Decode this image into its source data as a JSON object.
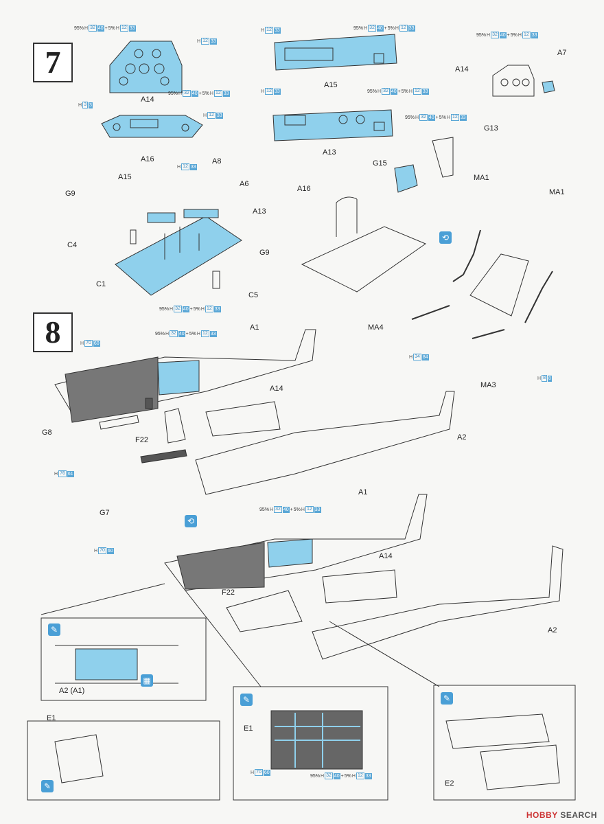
{
  "steps": [
    {
      "number": "7"
    },
    {
      "number": "8"
    }
  ],
  "labels": {
    "s7": {
      "a14": "A14",
      "a16": "A16",
      "a15": "A15",
      "a13": "A13",
      "a7": "A7",
      "a14b": "A14",
      "g13": "G13",
      "g15": "G15",
      "a16b": "A16",
      "a15b": "A15",
      "a8": "A8",
      "a6": "A6",
      "a13b": "A13",
      "g9": "G9",
      "c4": "C4",
      "c1": "C1",
      "g9b": "G9",
      "c5": "C5",
      "ma1a": "MA1",
      "ma1b": "MA1",
      "ma4": "MA4",
      "ma3": "MA3"
    },
    "s8": {
      "a1": "A1",
      "a14": "A14",
      "g8": "G8",
      "f22": "F22",
      "a2": "A2",
      "g7": "G7",
      "a1b": "A1",
      "a14b": "A14",
      "f22b": "F22",
      "a2b": "A2",
      "a2a1": "A2 (A1)",
      "e1": "E1",
      "e1b": "E1",
      "e2": "E2"
    }
  },
  "paints": {
    "mix": {
      "pct1": "95%",
      "h1": "H",
      "c1a": "32",
      "c1b": "40",
      "plus": "+",
      "pct2": "5%",
      "h2": "H",
      "c2a": "12",
      "c2b": "33"
    },
    "h1233": {
      "h": "H",
      "a": "12",
      "b": "33"
    },
    "h33": {
      "h": "H",
      "a": "3",
      "b": "3"
    },
    "h7060": {
      "h": "H",
      "a": "70",
      "b": "60"
    },
    "h7661": {
      "h": "H",
      "a": "76",
      "b": "61"
    },
    "h3484": {
      "h": "H",
      "a": "34",
      "b": "84"
    },
    "h88": {
      "h": "H",
      "a": "8",
      "b": "8"
    }
  },
  "watermark": {
    "brand": "HOBBY",
    "rest": "SEARCH"
  },
  "colors": {
    "accent_blue": "#8fd0ec",
    "paint_code_blue": "#5aa7d6",
    "line": "#333333",
    "dark_gray": "#666666"
  }
}
